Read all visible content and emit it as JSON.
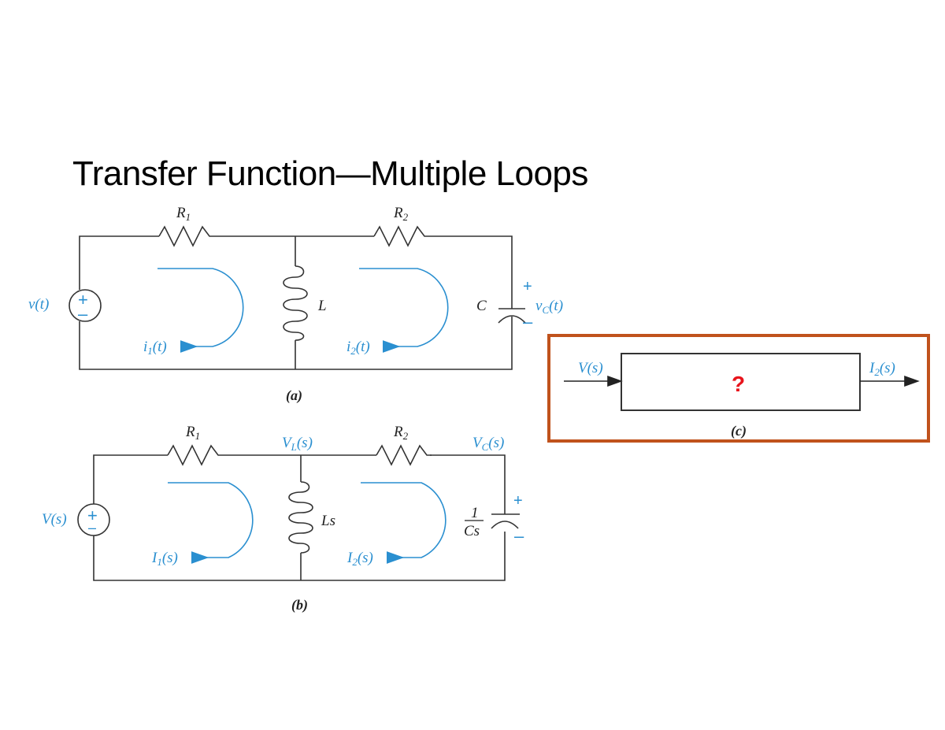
{
  "slide": {
    "title": "Transfer Function—Multiple Loops"
  },
  "circuit_a": {
    "caption": "(a)",
    "source_label": "v(t)",
    "r1": {
      "base": "R",
      "sub": "1"
    },
    "r2": {
      "base": "R",
      "sub": "2"
    },
    "inductor_label": "L",
    "capacitor_label": "C",
    "cap_voltage": {
      "base": "v",
      "sub": "C",
      "arg": "(t)"
    },
    "loop1_current": {
      "base": "i",
      "sub": "1",
      "arg": "(t)"
    },
    "loop2_current": {
      "base": "i",
      "sub": "2",
      "arg": "(t)"
    },
    "plus": "+",
    "minus": "–"
  },
  "circuit_b": {
    "caption": "(b)",
    "source_label": "V(s)",
    "r1": {
      "base": "R",
      "sub": "1"
    },
    "r2": {
      "base": "R",
      "sub": "2"
    },
    "node_vl": {
      "base": "V",
      "sub": "L",
      "arg": "(s)"
    },
    "node_vc": {
      "base": "V",
      "sub": "C",
      "arg": "(s)"
    },
    "inductor_label": "Ls",
    "capacitor_num": "1",
    "capacitor_den": "Cs",
    "loop1_current": {
      "base": "I",
      "sub": "1",
      "arg": "(s)"
    },
    "loop2_current": {
      "base": "I",
      "sub": "2",
      "arg": "(s)"
    },
    "plus": "+",
    "minus": "–"
  },
  "block_c": {
    "caption": "(c)",
    "input": "V(s)",
    "output": {
      "base": "I",
      "sub": "2",
      "arg": "(s)"
    },
    "block_content": "?",
    "highlight_color": "#c0521c"
  },
  "colors": {
    "signal_blue": "#2a8fd0",
    "question_red": "#e8141c"
  }
}
